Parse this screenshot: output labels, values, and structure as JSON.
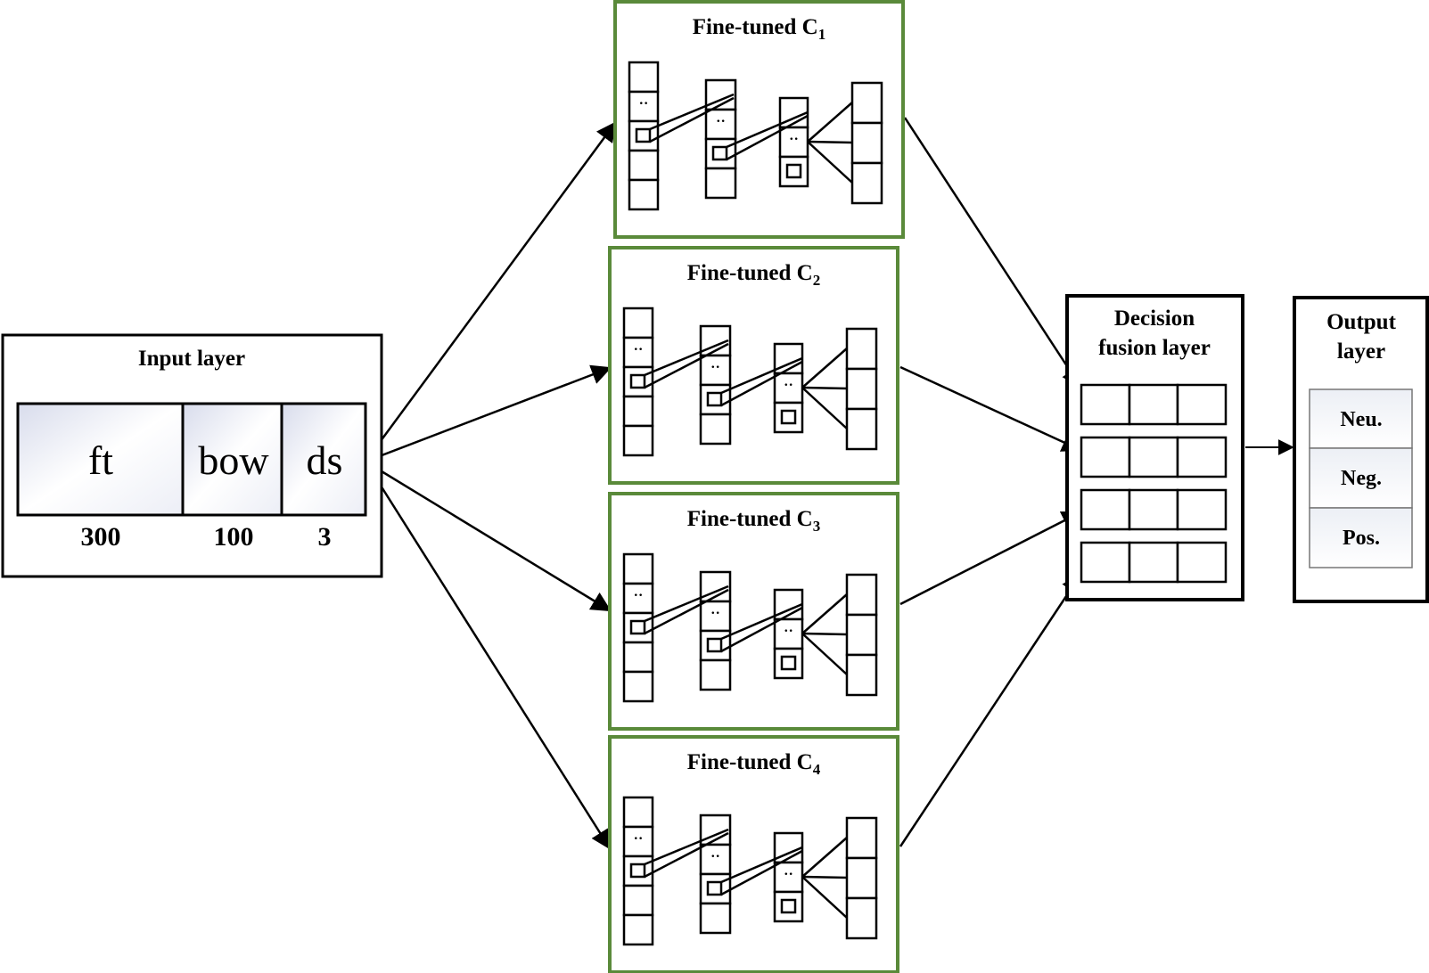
{
  "input_layer": {
    "title": "Input layer",
    "segments": [
      {
        "label": "ft",
        "size": "300"
      },
      {
        "label": "bow",
        "size": "100"
      },
      {
        "label": "ds",
        "size": "3"
      }
    ]
  },
  "classifiers": [
    {
      "name": "Fine-tuned C",
      "sub": "1"
    },
    {
      "name": "Fine-tuned C",
      "sub": "2"
    },
    {
      "name": "Fine-tuned C",
      "sub": "3"
    },
    {
      "name": "Fine-tuned C",
      "sub": "4"
    }
  ],
  "fusion": {
    "title_line1": "Decision",
    "title_line2": "fusion layer"
  },
  "output_layer": {
    "title_line1": "Output",
    "title_line2": "layer",
    "classes": [
      "Neu.",
      "Neg.",
      "Pos."
    ]
  },
  "colors": {
    "classifier_border": "#5a8a3a",
    "line": "#000000",
    "cell_fill": "#eef0f6"
  }
}
